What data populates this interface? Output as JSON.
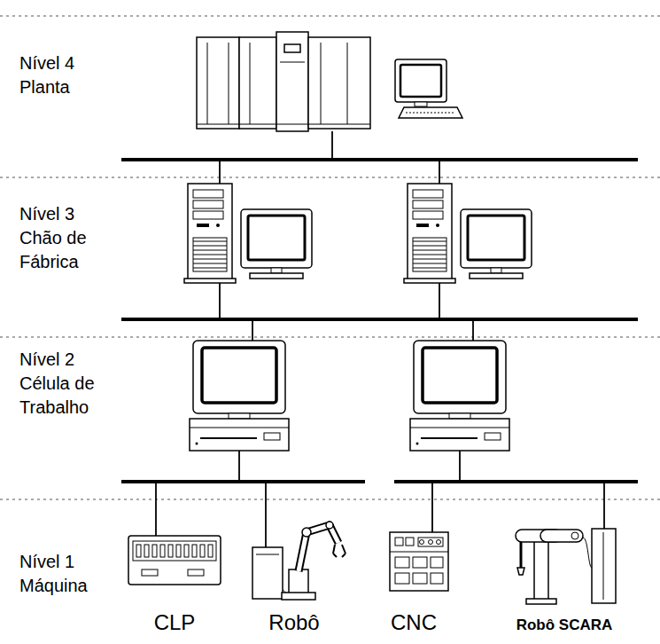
{
  "diagram": {
    "nodes": [
      {
        "text": [
          "CLP"
        ]
      },
      {
        "text": [
          "Robô"
        ]
      },
      {
        "text": [
          "CNC"
        ]
      },
      {
        "text": [
          "Robô SCARA"
        ]
      }
    ],
    "labels": [
      "Nível 4 Planta",
      "Nível 3 Chão de Fábrica",
      "Nível 2 Célula de Trabalho",
      "Nível 1 Máquina"
    ]
  }
}
